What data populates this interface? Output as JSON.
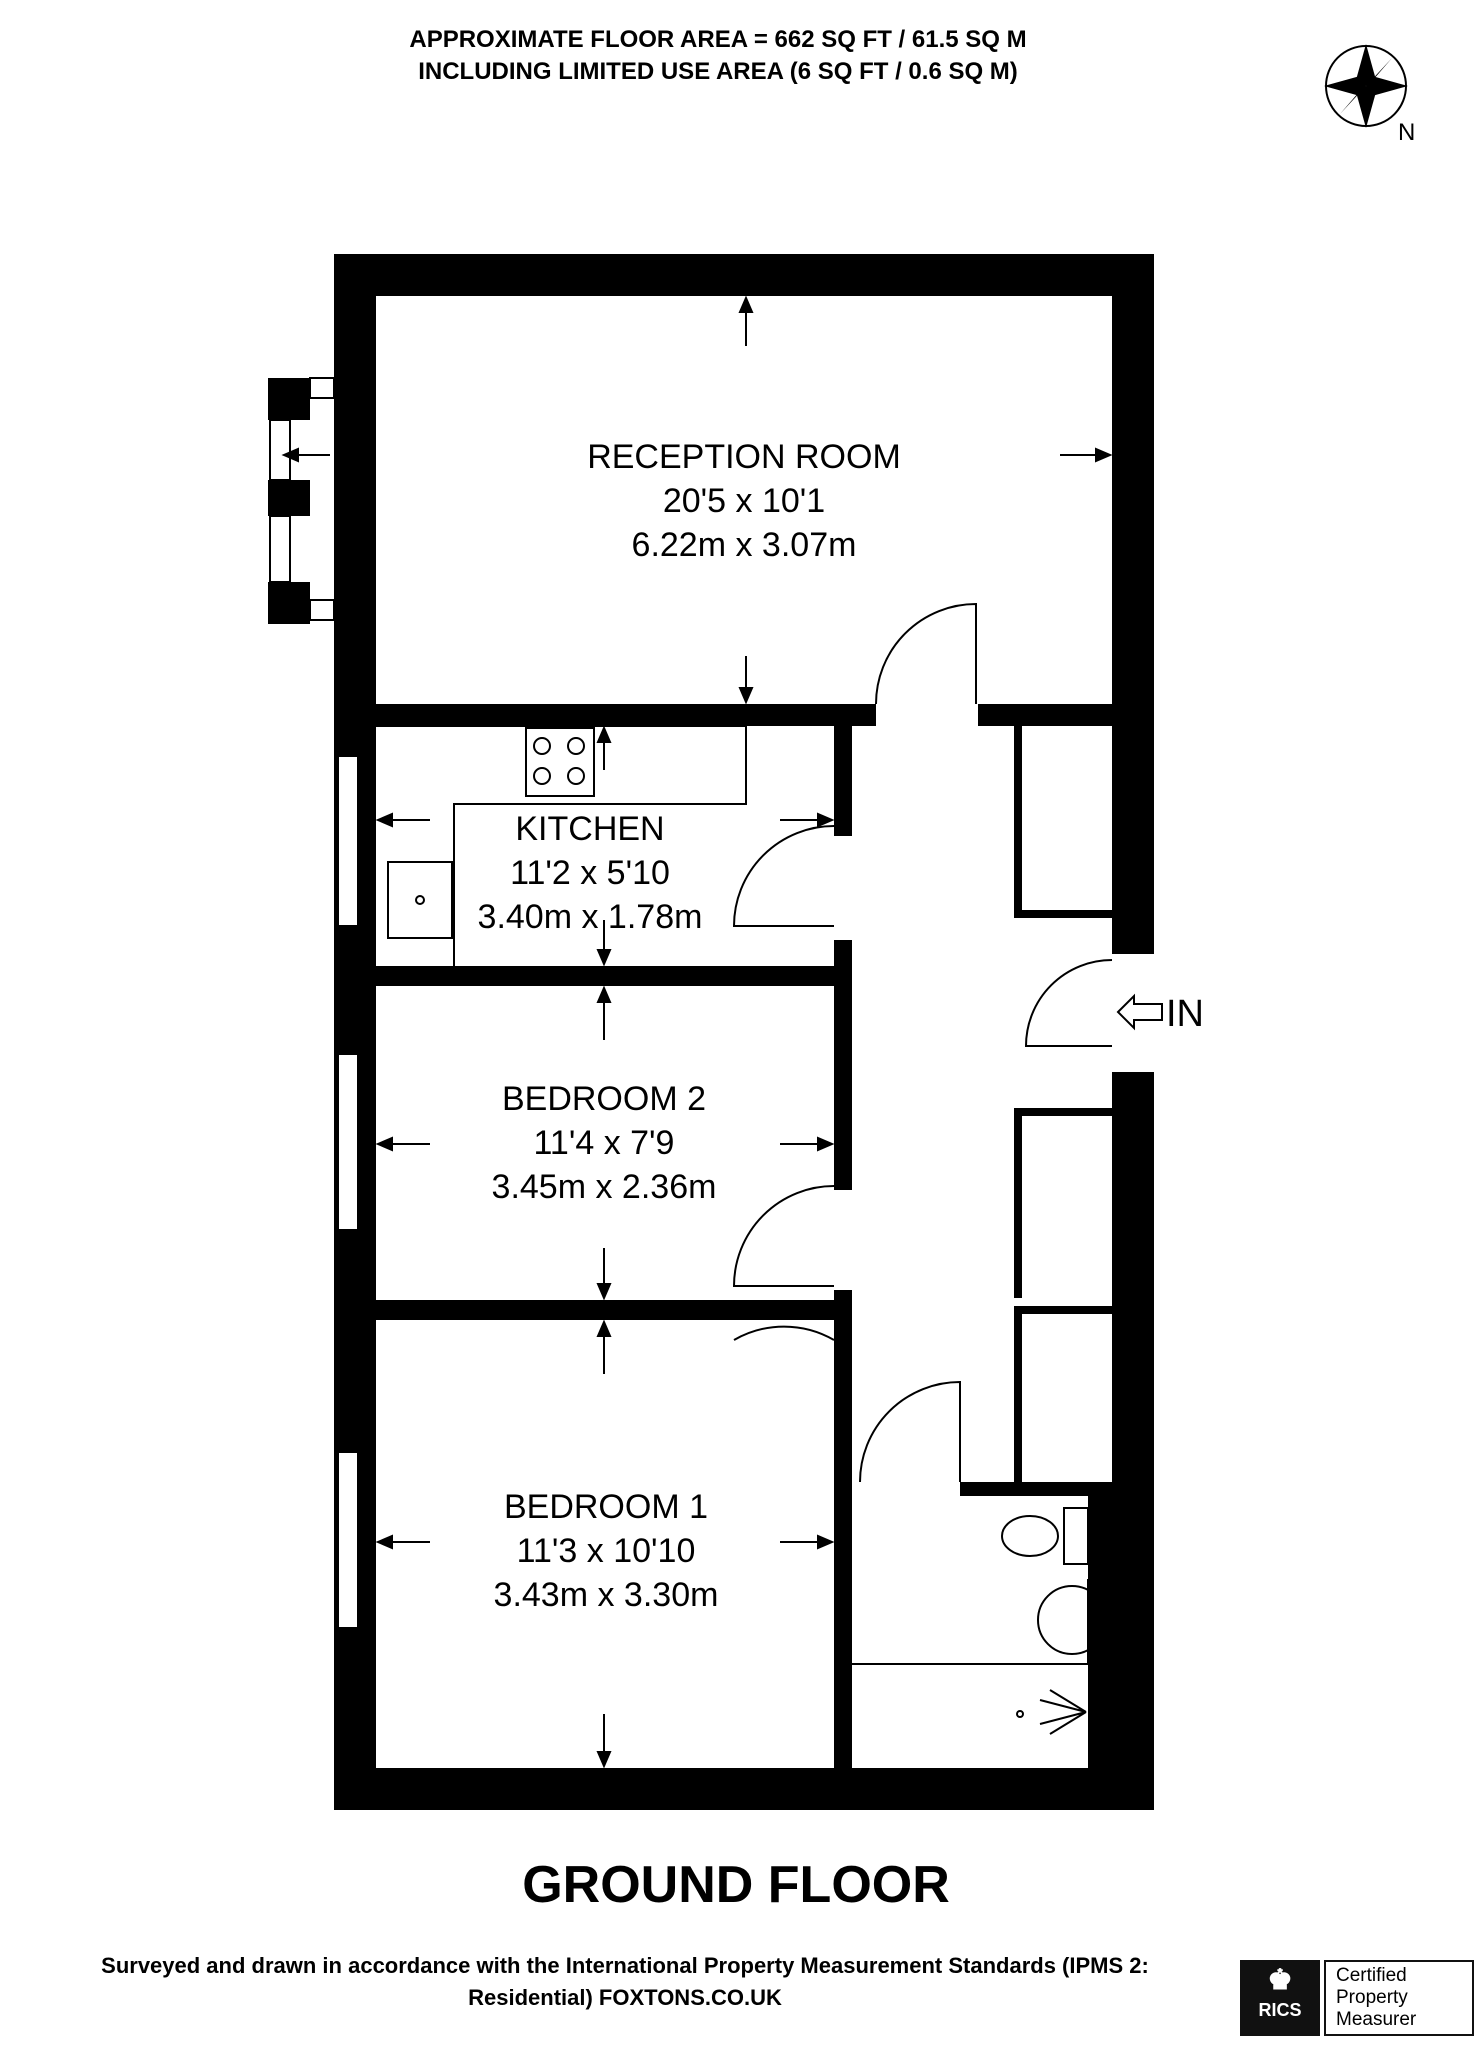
{
  "header": {
    "line1": "APPROXIMATE FLOOR AREA = 662 SQ FT / 61.5 SQ M",
    "line2": "INCLUDING LIMITED USE AREA (6 SQ FT / 0.6 SQ M)"
  },
  "compass": {
    "north_label": "N",
    "icon": "compass-star-icon"
  },
  "rooms": {
    "reception": {
      "name": "RECEPTION ROOM",
      "imperial": "20'5 x 10'1",
      "metric": "6.22m x 3.07m"
    },
    "kitchen": {
      "name": "KITCHEN",
      "imperial": "11'2 x 5'10",
      "metric": "3.40m x 1.78m"
    },
    "bedroom2": {
      "name": "BEDROOM 2",
      "imperial": "11'4 x 7'9",
      "metric": "3.45m x 2.36m"
    },
    "bedroom1": {
      "name": "BEDROOM 1",
      "imperial": "11'3 x 10'10",
      "metric": "3.43m x 3.30m"
    }
  },
  "entrance": {
    "label": "IN"
  },
  "floor_label": "GROUND FLOOR",
  "footer": {
    "line1": "Surveyed and drawn in accordance with the International Property Measurement Standards (IPMS 2:",
    "line2": "Residential) FOXTONS.CO.UK"
  },
  "badge": {
    "rics_text": "RICS",
    "cert_line1": "Certified",
    "cert_line2": "Property",
    "cert_line3": "Measurer"
  }
}
